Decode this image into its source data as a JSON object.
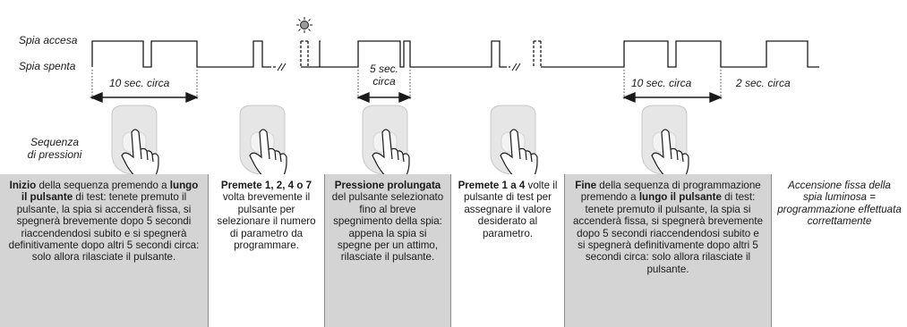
{
  "labels": {
    "spia_accesa": "Spia accesa",
    "spia_spenta": "Spia spenta",
    "sequenza_line1": "Sequenza",
    "sequenza_line2": "di pressioni",
    "interval_10_first": "10 sec. circa",
    "interval_5_line1": "5 sec.",
    "interval_5_line2": "circa",
    "interval_10_second": "10 sec. circa",
    "interval_2": "2 sec. circa"
  },
  "steps": [
    {
      "bold": "Inizio",
      "text": " della sequenza premendo a ",
      "bold2": "lungo il pulsante",
      "text2": " di test: tenete premuto il pulsante, la spia si accenderà fissa, si spegnerà brevemente dopo 5 secondi riaccendendosi subito e si spegnerà definitivamente dopo altri 5 secondi circa: solo allora rilasciate il pulsante."
    },
    {
      "bold": "Premete 1, 2, 4 o 7",
      "text": " volta brevemente il pulsante per selezionare il numero di parametro da programmare.",
      "bold2": "",
      "text2": ""
    },
    {
      "bold": "Pressione prolungata",
      "text": " del pulsante selezionato fino al breve spegnimento della spia: appena la spia si spegne per un attimo, rilasciate il pulsante.",
      "bold2": "",
      "text2": ""
    },
    {
      "bold": "Premete 1 a 4",
      "text": " volte il pulsante di test per assegnare il valore desiderato al parametro.",
      "bold2": "",
      "text2": ""
    },
    {
      "bold": "Fine",
      "text": " della sequenza di programmazione premendo a ",
      "bold2": "lungo il pulsante",
      "text2": " di test: tenete premuto il pulsante, la spia si accenderà fissa, si spegnerà brevemente dopo 5 secondi riaccendendosi subito e si spegnerà definitivamente dopo altri 5 secondi circa: solo allora rilasciate il pulsante."
    },
    {
      "bold": "",
      "text": "",
      "bold2": "",
      "text2": "",
      "italic": "Accensione fissa della spia luminosa = programmazione effettuata correttamente"
    }
  ],
  "colors": {
    "panel_fill": "#d4d4d4",
    "line": "#1a1a1a",
    "device": "#e6e6e6",
    "hand_fill": "#ffffff"
  },
  "icons": [
    "led-sun-icon",
    "hand-press-icon",
    "sensor-device-icon",
    "double-arrow-icon"
  ]
}
